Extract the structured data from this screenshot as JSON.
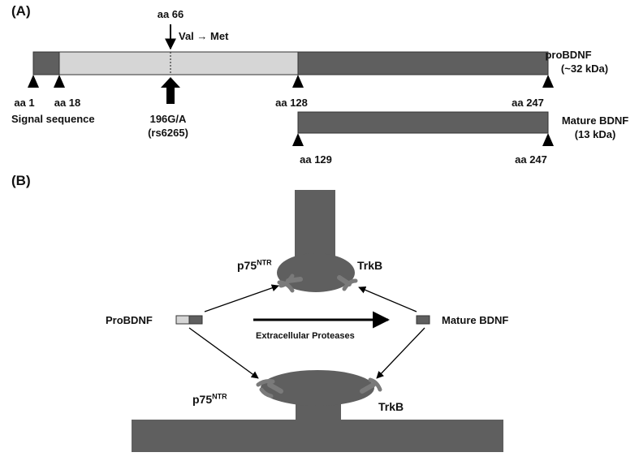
{
  "panel_a": {
    "label": "(A)",
    "aa66": "aa 66",
    "val_met": "Val → Met",
    "snp_top": "196G/A",
    "snp_bottom": "(rs6265)",
    "aa1": "aa 1",
    "aa18": "aa 18",
    "aa128": "aa 128",
    "aa247_top": "aa 247",
    "signal_sequence": "Signal sequence",
    "probdnf_name": "proBDNF",
    "probdnf_size": "(~32 kDa)",
    "mature_name": "Mature BDNF",
    "mature_size": "(13 kDa)",
    "aa129": "aa 129",
    "aa247_bottom": "aa 247"
  },
  "panel_b": {
    "label": "(B)",
    "p75_top": "p75",
    "p75_top_sup": "NTR",
    "trkb_top": "TrkB",
    "probdnf": "ProBDNF",
    "mature_bdnf": "Mature BDNF",
    "proteases": "Extracellular Proteases",
    "p75_bottom": "p75",
    "p75_bottom_sup": "NTR",
    "trkb_bottom": "TrkB"
  },
  "colors": {
    "dark": "#5f5f5f",
    "light": "#d6d6d6",
    "receptor": "#7a7a7a",
    "black": "#000000"
  }
}
